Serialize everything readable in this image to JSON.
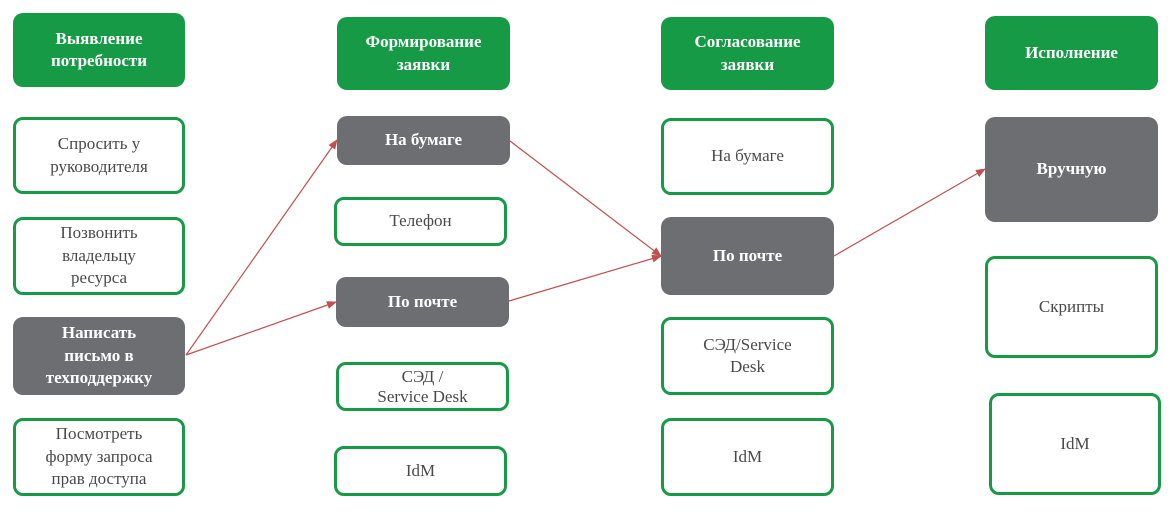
{
  "columns": [
    {
      "header": "Выявление\nпотребности",
      "items": [
        {
          "label": "Спросить у\nруководителя",
          "selected": false
        },
        {
          "label": "Позвонить\nвладельцу\nресурса",
          "selected": false
        },
        {
          "label": "Написать\nписьмо в\nтехподдержку",
          "selected": true
        },
        {
          "label": "Посмотреть\nформу запроса\nправ доступа",
          "selected": false
        }
      ]
    },
    {
      "header": "Формирование\nзаявки",
      "items": [
        {
          "label": "На бумаге",
          "selected": true
        },
        {
          "label": "Телефон",
          "selected": false
        },
        {
          "label": "По почте",
          "selected": true
        },
        {
          "label": "СЭД /\nService Desk",
          "selected": false
        },
        {
          "label": "IdM",
          "selected": false
        }
      ]
    },
    {
      "header": "Согласование\nзаявки",
      "items": [
        {
          "label": "На бумаге",
          "selected": false
        },
        {
          "label": "По почте",
          "selected": true
        },
        {
          "label": "СЭД/Service\nDesk",
          "selected": false
        },
        {
          "label": "IdM",
          "selected": false
        }
      ]
    },
    {
      "header": "Исполнение",
      "items": [
        {
          "label": "Вручную",
          "selected": true
        },
        {
          "label": "Скрипты",
          "selected": false
        },
        {
          "label": "IdM",
          "selected": false
        }
      ]
    }
  ],
  "colors": {
    "header_green": "#179a46",
    "selected_gray": "#6d6e71",
    "arrow_red": "#c0504d"
  }
}
